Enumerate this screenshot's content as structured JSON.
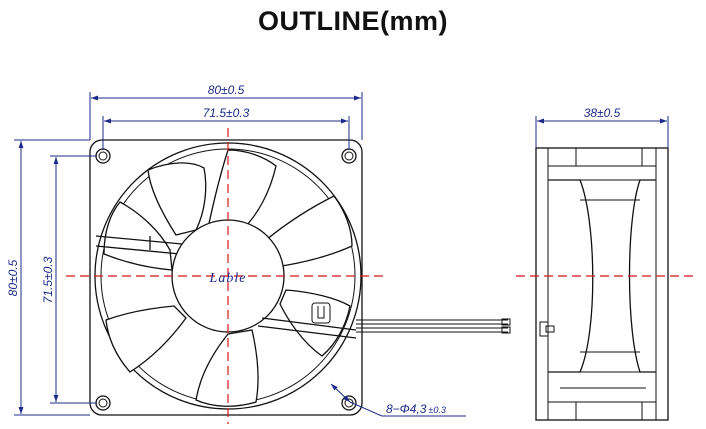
{
  "title": "OUTLINE(mm)",
  "front_view": {
    "overall_width": "80±0.5",
    "hole_spacing_width": "71.5±0.3",
    "overall_height": "80±0.5",
    "hole_spacing_height": "71.5±0.3",
    "hub_label": "Lable",
    "holes_note_main": "8−Φ4,3",
    "holes_note_tol": "±0.3"
  },
  "side_view": {
    "depth": "38±0.5"
  },
  "colors": {
    "dimension": "#1d2a8a",
    "centerline": "#d8141a",
    "outline": "#111111"
  }
}
